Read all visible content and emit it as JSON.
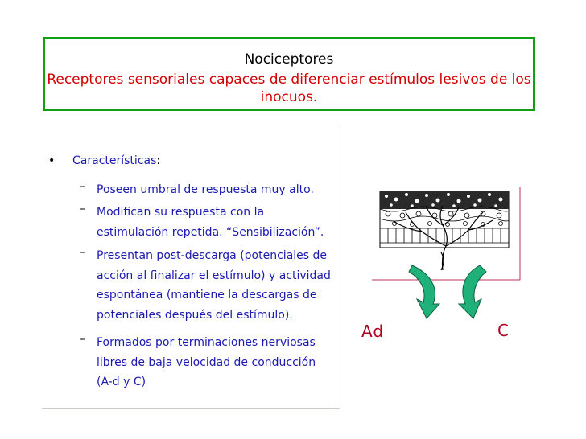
{
  "title": {
    "main": "Nociceptores",
    "subtitle": "Receptores sensoriales capaces de diferenciar estímulos lesivos de los inocuos."
  },
  "content": {
    "bullet_symbol": "•",
    "heading": "Características",
    "heading_colon": ":",
    "dash_symbol": "–",
    "items": [
      "Poseen umbral de respuesta muy alto.",
      "Modifican su respuesta con la estimulación repetida. “Sensibilización”.",
      "Presentan post-descarga (potenciales de acción al finalizar el estímulo) y actividad espontánea (mantiene la descargas de potenciales después del estímulo).",
      "Formados por terminaciones nerviosas libres de baja velocidad de conducción (A-d y C)"
    ]
  },
  "diagram": {
    "label_left": "Ad",
    "label_right": "C"
  },
  "colors": {
    "title_border": "#14a014",
    "subtitle_text": "#d40000",
    "bullet_text": "#1a1ab0",
    "arrow_fill": "#20b07a",
    "diagram_labels": "#b00020",
    "frame_line": "#c0305a"
  }
}
